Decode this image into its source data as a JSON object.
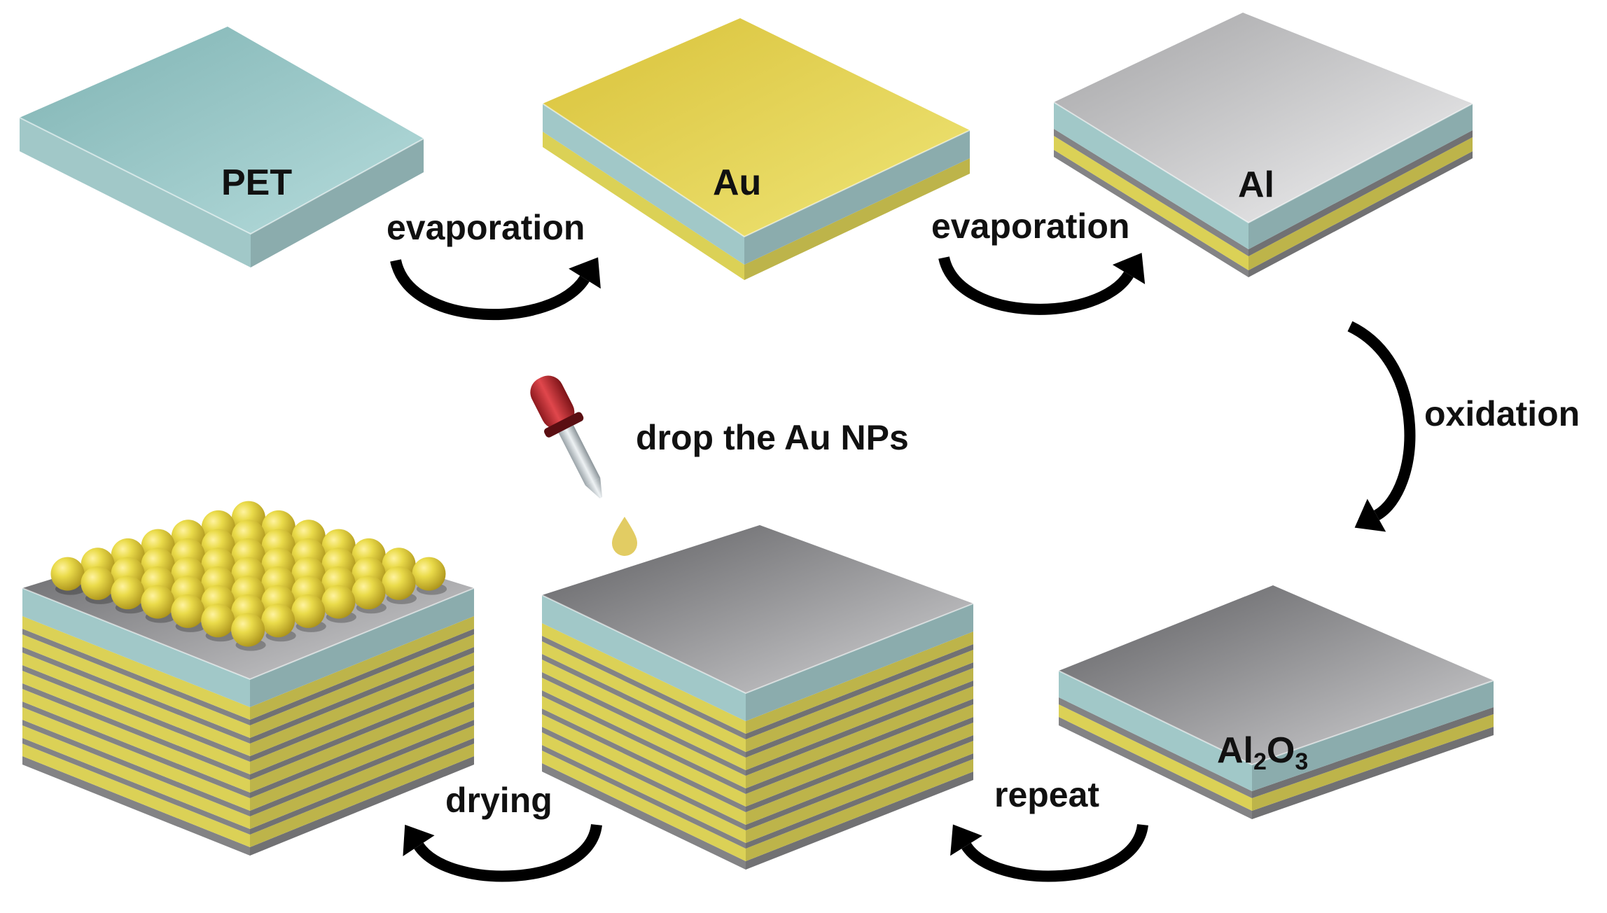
{
  "colors": {
    "pet": "#a9d2d3",
    "gold": "#e7dc5a",
    "aluminum": "#c9c9cb",
    "alumina": "#8a8a8c",
    "arrow": "#000000",
    "dropper_bulb": "#c0272d",
    "droplet": "#e2cc63"
  },
  "stages": {
    "pet": {
      "label": "PET"
    },
    "au": {
      "label": "Au"
    },
    "al": {
      "label": "Al"
    },
    "al2o3": {
      "label_main": "Al",
      "label_sub1": "2",
      "label_mid": "O",
      "label_sub2": "3"
    },
    "stack": {
      "label": ""
    },
    "final": {
      "label": ""
    }
  },
  "steps": {
    "evaporation_1": "evaporation",
    "evaporation_2": "evaporation",
    "oxidation": "oxidation",
    "repeat": "repeat",
    "drop": "drop the Au NPs",
    "drying": "drying"
  },
  "icons": [
    "curved-arrow-icon",
    "dropper-icon",
    "droplet-icon"
  ]
}
